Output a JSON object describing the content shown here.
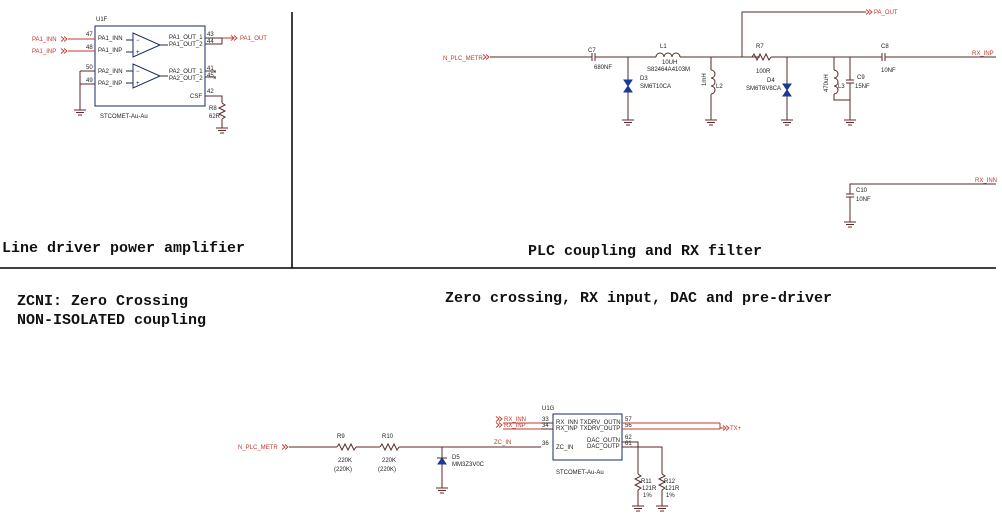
{
  "sections": {
    "line_driver": "Line driver power amplifier",
    "plc_coupling": "PLC coupling and RX filter",
    "zero_crossing_title": "ZCNI: Zero Crossing",
    "zero_crossing_sub": "NON-ISOLATED coupling",
    "zc_rx_dac": "Zero crossing, RX input, DAC and pre-driver"
  },
  "u1f": {
    "ref": "U1F",
    "part": "STCOMET-Au-Au",
    "pins": {
      "p47": "47",
      "p48": "48",
      "p50": "50",
      "p49": "49",
      "p43": "43",
      "p44": "44",
      "p41": "41",
      "p45": "45",
      "p42": "42"
    },
    "pin_names": {
      "pa1_inn": "PA1_INN",
      "pa1_inp": "PA1_INP",
      "pa2_inn": "PA2_INN",
      "pa2_inp": "PA2_INP",
      "pa1_out1": "PA1_OUT_1",
      "pa1_out2": "PA1_OUT_2",
      "pa2_out1": "PA2_OUT_1",
      "pa2_out2": "PA2_OUT_2",
      "csf": "CSF"
    }
  },
  "nets": {
    "pa1_inn": "PA1_INN",
    "pa1_inp": "PA1_INP",
    "pa1_out": "PA1_OUT",
    "pa_out": "PA_OUT",
    "n_plc_metr": "N_PLC_METR",
    "rx_inp": "RX_INP",
    "rx_inn": "RX_INN",
    "zc_in": "ZC_IN",
    "tx_plus": "TX+",
    "n_plc_metr_2": "N_PLC_METR",
    "rx_inn_2": "RX_INN",
    "rx_inp_2": "RX_INP"
  },
  "components": {
    "r8": {
      "ref": "R8",
      "value": "62R"
    },
    "c7": {
      "ref": "C7",
      "value": "680NF"
    },
    "l1": {
      "ref": "L1",
      "value": "10UH",
      "part": "S82464A4103M"
    },
    "d3": {
      "ref": "D3",
      "value": "SM6T10CA"
    },
    "l2": {
      "ref": "L2",
      "value": "1mH"
    },
    "r7": {
      "ref": "R7",
      "value": "100R"
    },
    "d4": {
      "ref": "D4",
      "value": "SM6T6V8CA"
    },
    "l3": {
      "ref": "L3",
      "value": "470uH"
    },
    "c9": {
      "ref": "C9",
      "value": "15NF"
    },
    "c8": {
      "ref": "C8",
      "value": "10NF"
    },
    "c10": {
      "ref": "C10",
      "value": "10NF"
    },
    "r9": {
      "ref": "R9",
      "value": "220K",
      "value2": "(220K)"
    },
    "r10": {
      "ref": "R10",
      "value": "220K",
      "value2": "(220K)"
    },
    "d5": {
      "ref": "D5",
      "value": "MM3Z3V0C"
    },
    "r11": {
      "ref": "R11",
      "value": "121R",
      "tol": "1%"
    },
    "r12": {
      "ref": "R12",
      "value": "121R",
      "tol": "1%"
    }
  },
  "u1g": {
    "ref": "U1G",
    "part": "STCOMET-Au-Au",
    "pins": {
      "p33": "33",
      "p34": "34",
      "p36": "36",
      "p57": "57",
      "p56": "56",
      "p62": "62",
      "p61": "61"
    },
    "pin_names": {
      "rx_inn": "RX_INN",
      "rx_inp": "RX_INP",
      "zc_in": "ZC_IN",
      "txdrv_outn": "TXDRV_OUTN",
      "txdrv_outp": "TXDRV_OUTP",
      "dac_outn": "DAC_OUTN",
      "dac_outp": "DAC_OUTP"
    }
  }
}
